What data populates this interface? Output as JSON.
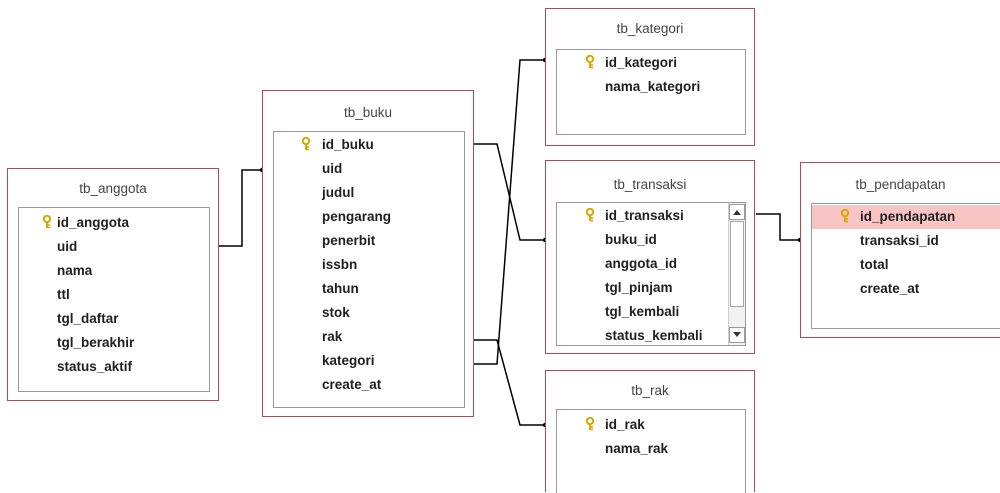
{
  "tables": {
    "tb_anggota": {
      "title": "tb_anggota",
      "fields": [
        "id_anggota",
        "uid",
        "nama",
        "ttl",
        "tgl_daftar",
        "tgl_berakhir",
        "status_aktif"
      ]
    },
    "tb_buku": {
      "title": "tb_buku",
      "fields": [
        "id_buku",
        "uid",
        "judul",
        "pengarang",
        "penerbit",
        "issbn",
        "tahun",
        "stok",
        "rak",
        "kategori",
        "create_at"
      ]
    },
    "tb_kategori": {
      "title": "tb_kategori",
      "fields": [
        "id_kategori",
        "nama_kategori"
      ]
    },
    "tb_transaksi": {
      "title": "tb_transaksi",
      "fields": [
        "id_transaksi",
        "buku_id",
        "anggota_id",
        "tgl_pinjam",
        "tgl_kembali",
        "status_kembali"
      ]
    },
    "tb_rak": {
      "title": "tb_rak",
      "fields": [
        "id_rak",
        "nama_rak"
      ]
    },
    "tb_pendapatan": {
      "title": "tb_pendapatan",
      "fields": [
        "id_pendapatan",
        "transaksi_id",
        "total",
        "create_at"
      ]
    }
  },
  "colors": {
    "table_border": "#b04a55",
    "selected_row": "#f8c4c4",
    "link_line": "#000000",
    "key_icon": "#d9a800"
  },
  "icons": {
    "primary_key": "key-icon",
    "scroll_up": "arrow-up-icon",
    "scroll_down": "arrow-down-icon"
  }
}
